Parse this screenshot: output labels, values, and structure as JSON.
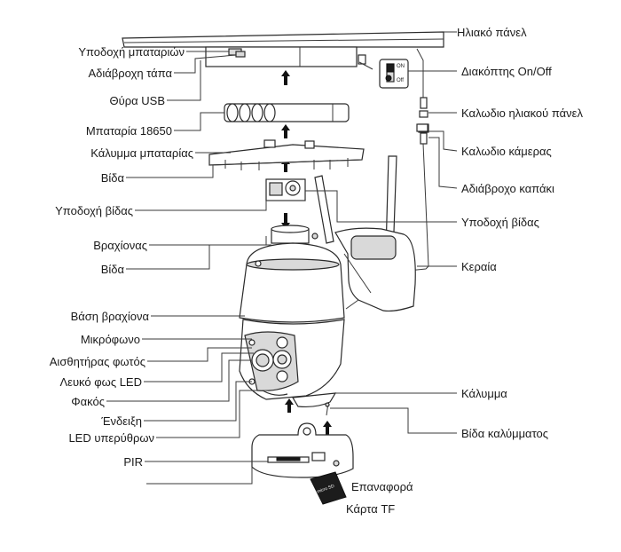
{
  "labels": {
    "solar_panel": "Ηλιακό πάνελ",
    "battery_holder": "Υποδοχή μπαταριών",
    "waterproof_plug": "Αδιάβροχη τάπα",
    "onoff_switch": "Διακόπτης On/Off",
    "usb_port": "Θύρα USB",
    "solar_cable": "Καλωδιο ηλιακού πάνελ",
    "battery_18650": "Μπαταρία 18650",
    "battery_cover": "Κάλυμμα μπαταρίας",
    "camera_cable": "Καλωδιο κάμερας",
    "screw_top": "Βίδα",
    "waterproof_cap": "Αδιάβροχο καπάκι",
    "screw_mount_left": "Υποδοχή βίδας",
    "screw_mount_right": "Υποδοχή βίδας",
    "bracket": "Βραχίονας",
    "antenna": "Κεραία",
    "screw_mid": "Βίδα",
    "bracket_base": "Βάση βραχίονα",
    "microphone": "Μικρόφωνο",
    "light_sensor": "Αισθητήρας φωτός",
    "white_led": "Λευκό φως LED",
    "cover": "Κάλυμμα",
    "lens": "Φακός",
    "indicator": "Ένδειξη",
    "cover_screw": "Βίδα καλύμματος",
    "ir_led": "LED υπερύθρων",
    "pir": "PIR",
    "reset": "Επαναφορά",
    "tf_card": "Κάρτα TF"
  },
  "switch": {
    "on": "ON",
    "off": "Off"
  },
  "tf_card_print": "micro SD"
}
